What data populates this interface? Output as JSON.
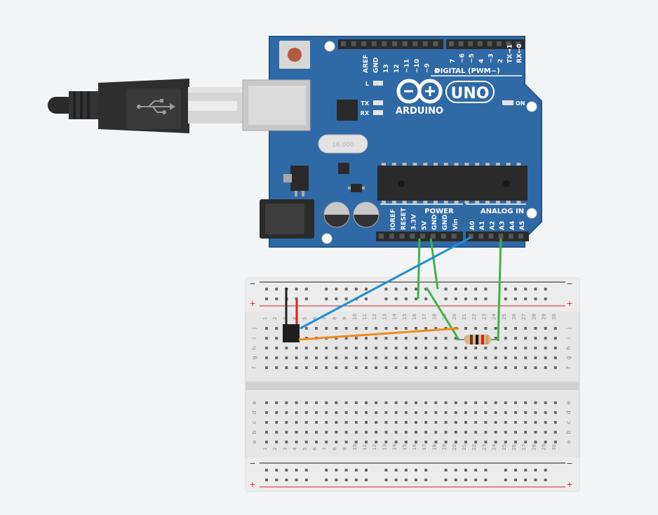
{
  "canvas": {
    "background": "#f3f4f6",
    "board_color": "#2f6aa6",
    "wire_colors": {
      "green": "#3fb34a",
      "blue": "#1f8fd6",
      "orange": "#f08a1c",
      "red": "#e02020",
      "black": "#222222"
    }
  },
  "arduino": {
    "brand": "ARDUINO",
    "model": "UNO",
    "on_label": "ON",
    "led_labels": [
      "L",
      "TX",
      "RX"
    ],
    "digital_header_left": [
      "AREF",
      "GND",
      "13",
      "12",
      "~11",
      "~10",
      "~9",
      "8"
    ],
    "digital_header_right": [
      "7",
      "~6",
      "~5",
      "4",
      "~3",
      "2",
      "TX→1",
      "RX←0"
    ],
    "digital_title": "DIGITAL (PWM~)",
    "power_title": "POWER",
    "analog_title": "ANALOG IN",
    "power_pins": [
      "IOREF",
      "RESET",
      "3.3V",
      "5V",
      "GND",
      "GND",
      "Vin"
    ],
    "analog_pins": [
      "A0",
      "A1",
      "A2",
      "A3",
      "A4",
      "A5"
    ],
    "crystal_text": "16.000"
  },
  "breadboard": {
    "columns": [
      "1",
      "2",
      "3",
      "4",
      "5",
      "6",
      "7",
      "8",
      "9",
      "10",
      "11",
      "12",
      "13",
      "14",
      "15",
      "16",
      "17",
      "18",
      "19",
      "20",
      "21",
      "22",
      "23",
      "24",
      "25",
      "26",
      "27",
      "28",
      "29",
      "30"
    ],
    "rows_top": [
      "j",
      "i",
      "h",
      "g",
      "f"
    ],
    "rows_bottom": [
      "e",
      "d",
      "c",
      "b",
      "a"
    ],
    "rail_minus": "−",
    "rail_plus": "+"
  }
}
